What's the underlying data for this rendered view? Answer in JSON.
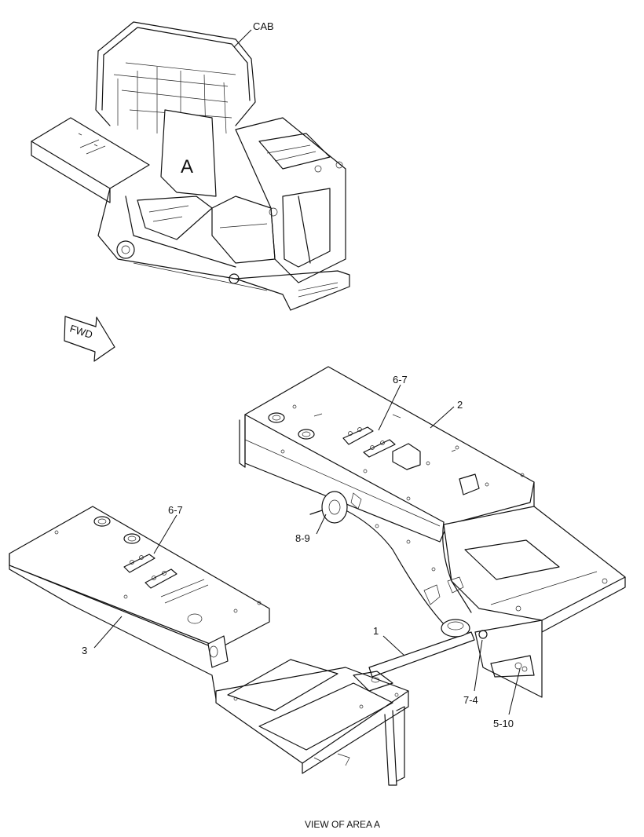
{
  "labels": {
    "cab": "CAB",
    "area": "A",
    "fwd": "FWD",
    "part_1": "1",
    "part_2": "2",
    "part_3": "3",
    "part_6_7_right": "6-7",
    "part_6_7_left": "6-7",
    "part_8_9": "8-9",
    "part_7_4": "7-4",
    "part_5_10": "5-10"
  },
  "caption": "VIEW OF AREA A"
}
